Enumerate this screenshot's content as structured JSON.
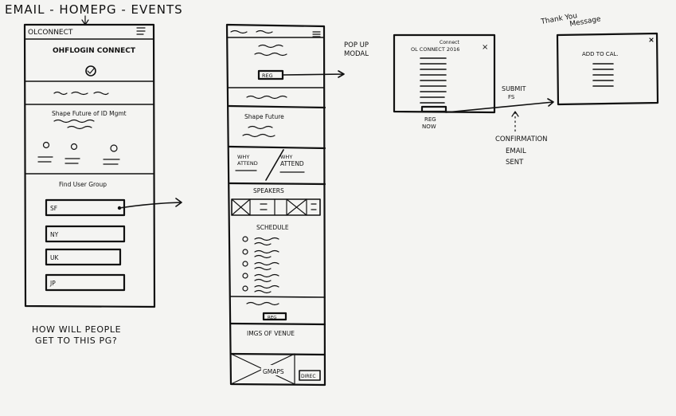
{
  "title": "EMAIL - HOMEPG - EVENTS",
  "frame1": {
    "logo": "OLCONNECT",
    "hero": "OHFLOGIN CONNECT",
    "shape_text": "Shape Future of ID Mgmt",
    "find_group": "Find User Group",
    "groups": [
      "SF",
      "NY",
      "UK",
      "JP"
    ]
  },
  "question": [
    "HOW WILL PEOPLE",
    "GET TO THIS PG?"
  ],
  "frame2": {
    "register_btn": "REG",
    "shape_text": "Shape Future",
    "why_attend_left": [
      "WHY",
      "ATTEND"
    ],
    "why_attend_right": [
      "WHY",
      "ATTEND"
    ],
    "speakers": "SPEAKERS",
    "schedule": "SCHEDULE",
    "reg_btn2": "REG",
    "venue": "IMGS OF VENUE",
    "gmaps": "GMAPS",
    "directions": "DIREC"
  },
  "popup_label": [
    "POP UP",
    "MODAL"
  ],
  "modal": {
    "title_top": "Connect",
    "title": "OL CONNECT 2016",
    "close": "×",
    "reg_now": [
      "REG",
      "NOW"
    ]
  },
  "submit_label": [
    "SUBMIT",
    "FS"
  ],
  "confirmation": [
    "CONFIRMATION",
    "EMAIL",
    "SENT"
  ],
  "thank_you": {
    "heading": [
      "Thank You",
      "Message"
    ],
    "add_cal": "ADD TO CAL."
  }
}
